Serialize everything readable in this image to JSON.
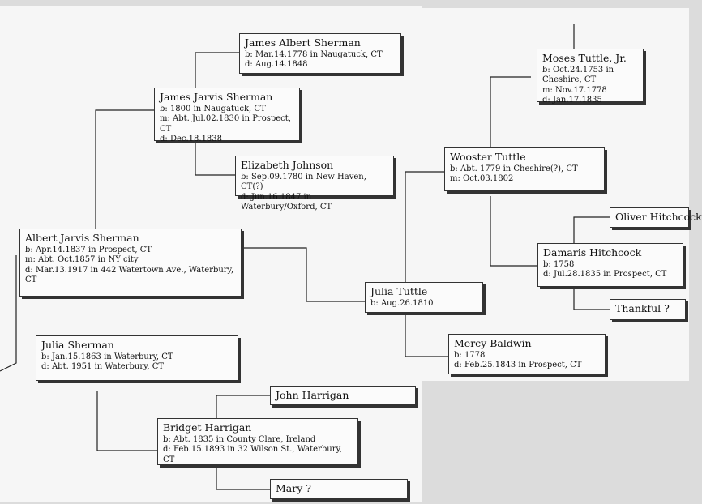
{
  "people": {
    "james_albert_sherman": {
      "name": "James Albert Sherman",
      "lines": [
        "b: Mar.14.1778 in Naugatuck, CT",
        "d: Aug.14.1848"
      ]
    },
    "james_jarvis_sherman": {
      "name": "James Jarvis Sherman",
      "lines": [
        "b: 1800 in Naugatuck, CT",
        "m: Abt. Jul.02.1830 in Prospect, CT",
        "d: Dec.18.1838"
      ]
    },
    "elizabeth_johnson": {
      "name": "Elizabeth Johnson",
      "lines": [
        "b: Sep.09.1780 in New Haven, CT(?)",
        "d: Jun.16.1847 in Waterbury/Oxford, CT"
      ]
    },
    "albert_jarvis_sherman": {
      "name": "Albert Jarvis Sherman",
      "lines": [
        "b: Apr.14.1837 in Prospect, CT",
        "m: Abt. Oct.1857 in NY city",
        "d: Mar.13.1917 in 442 Watertown Ave., Waterbury,",
        "CT"
      ]
    },
    "julia_sherman": {
      "name": "Julia Sherman",
      "lines": [
        "b: Jan.15.1863 in Waterbury, CT",
        "d: Abt. 1951 in Waterbury, CT"
      ]
    },
    "john_harrigan": {
      "name": "John Harrigan",
      "lines": []
    },
    "bridget_harrigan": {
      "name": "Bridget Harrigan",
      "lines": [
        "b: Abt. 1835 in County Clare, Ireland",
        "d: Feb.15.1893 in 32 Wilson St., Waterbury, CT"
      ]
    },
    "mary": {
      "name": "Mary ?",
      "lines": []
    },
    "moses_tuttle_jr": {
      "name": "Moses Tuttle, Jr.",
      "lines": [
        "b: Oct.24.1753 in Cheshire, CT",
        "m: Nov.17.1778",
        "d: Jan.17.1835"
      ]
    },
    "wooster_tuttle": {
      "name": "Wooster Tuttle",
      "lines": [
        "b: Abt. 1779 in Cheshire(?), CT",
        "m: Oct.03.1802"
      ]
    },
    "oliver_hitchcock": {
      "name": "Oliver Hitchcock",
      "lines": []
    },
    "damaris_hitchcock": {
      "name": "Damaris Hitchcock",
      "lines": [
        "b: 1758",
        "d: Jul.28.1835 in Prospect, CT"
      ]
    },
    "thankful": {
      "name": "Thankful ?",
      "lines": []
    },
    "julia_tuttle": {
      "name": "Julia Tuttle",
      "lines": [
        "b: Aug.26.1810"
      ]
    },
    "mercy_baldwin": {
      "name": "Mercy Baldwin",
      "lines": [
        "b: 1778",
        "d: Feb.25.1843 in Prospect, CT"
      ]
    }
  }
}
